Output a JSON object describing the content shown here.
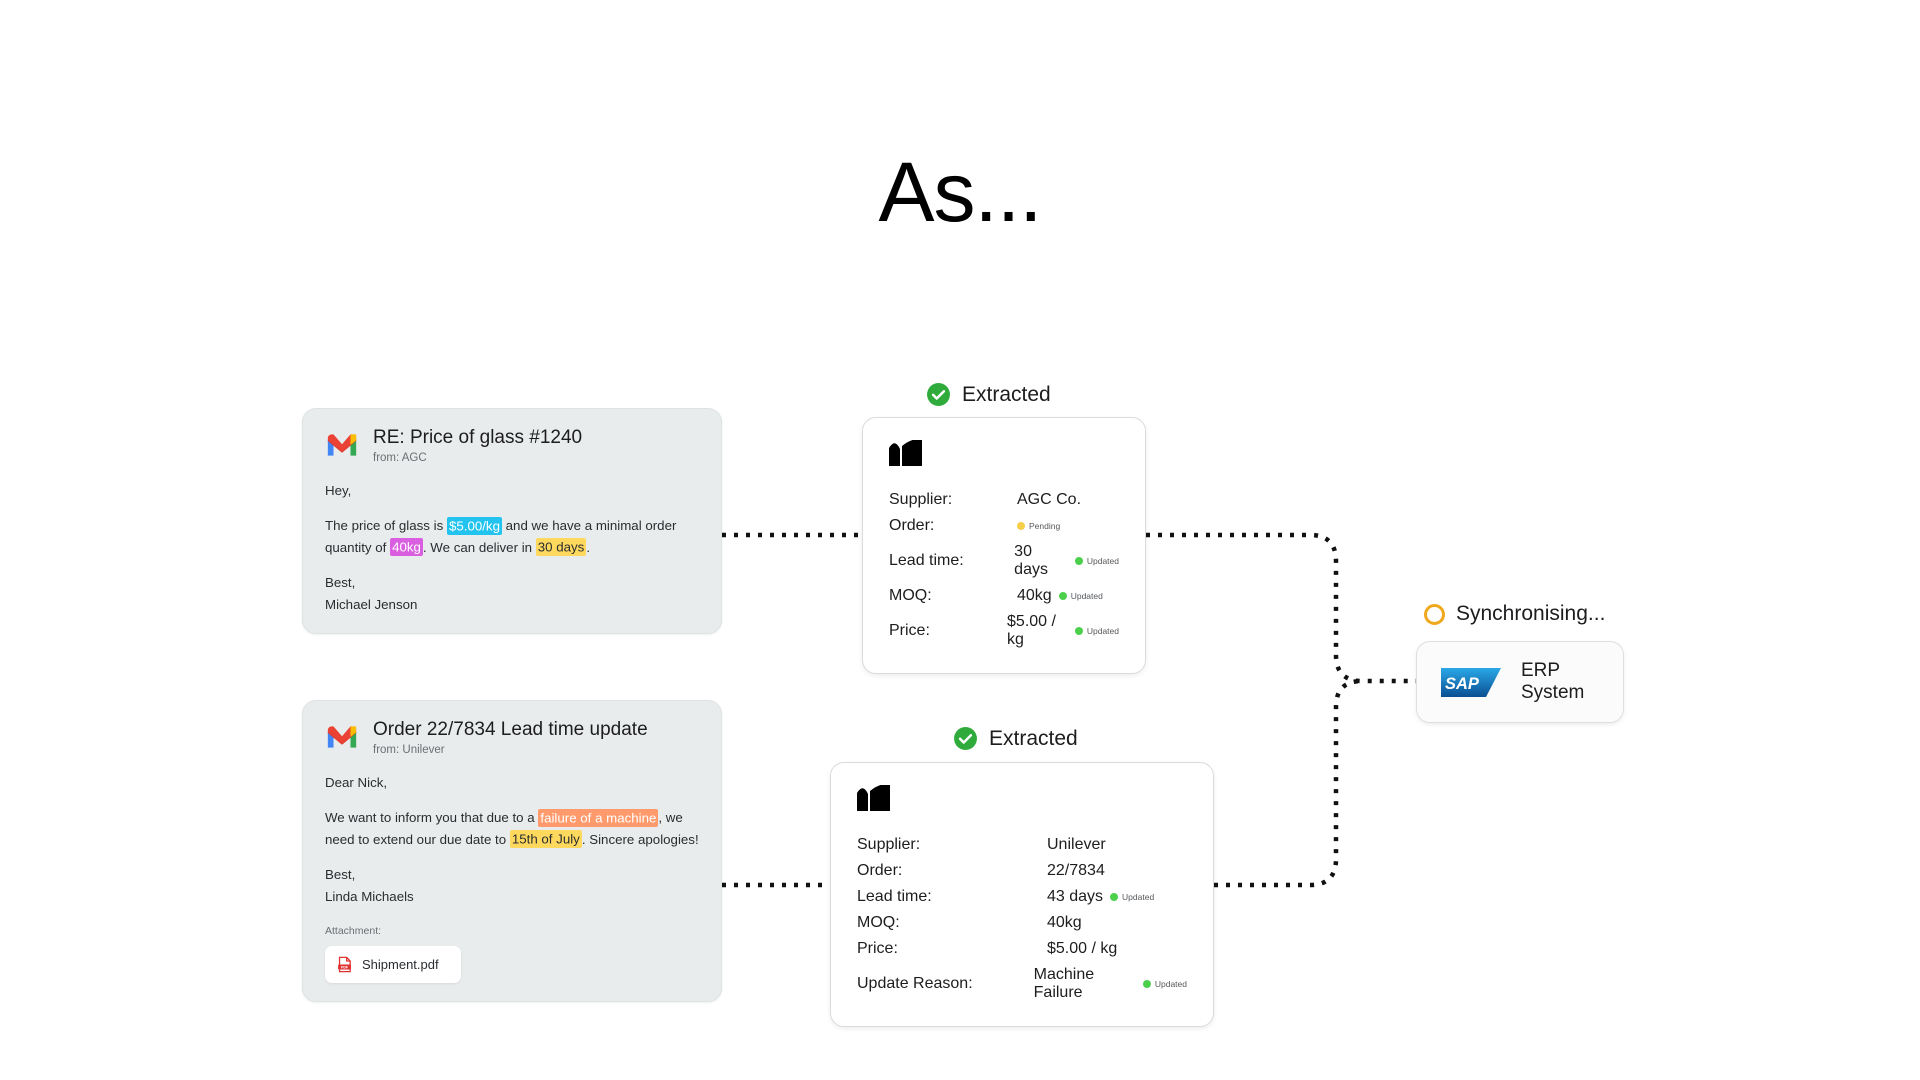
{
  "page": {
    "title": "As..."
  },
  "emails": [
    {
      "icon": "gmail-icon",
      "subject": "RE: Price of glass #1240",
      "from": "from: AGC",
      "greeting": "Hey,",
      "body_prefix": "The price of glass is ",
      "hl_price": "$5.00/kg",
      "body_mid1": " and we have a minimal order quantity of ",
      "hl_moq": "40kg",
      "body_mid2": ". We can deliver in ",
      "hl_lead": "30 days",
      "body_suffix": ".",
      "sign_off": "Best,",
      "sender_name": "Michael Jenson"
    },
    {
      "icon": "gmail-icon",
      "subject": "Order 22/7834 Lead time update",
      "from": "from: Unilever",
      "greeting": "Dear Nick,",
      "body_prefix": "We want to inform you that due to a ",
      "hl_reason": "failure of a machine",
      "body_mid1": ", we need to extend our due date to ",
      "hl_date": "15th of July",
      "body_suffix": ". Sincere apologies!",
      "sign_off": "Best,",
      "sender_name": "Linda Michaels",
      "attachment_label": "Attachment:",
      "attachment_name": "Shipment.pdf",
      "attachment_icon": "pdf-icon"
    }
  ],
  "extracted": [
    {
      "status_icon": "check-circle-icon",
      "status_label": "Extracted",
      "brand_icon": "brand-mark-icon",
      "fields": [
        {
          "label": "Supplier:",
          "value": "AGC Co.",
          "badge": "",
          "badge_color": ""
        },
        {
          "label": "Order:",
          "value": "",
          "badge": "Pending",
          "badge_color": "#f5cf4a"
        },
        {
          "label": "Lead time:",
          "value": "30 days",
          "badge": "Updated",
          "badge_color": "#4cd04c"
        },
        {
          "label": "MOQ:",
          "value": "40kg",
          "badge": "Updated",
          "badge_color": "#4cd04c"
        },
        {
          "label": "Price:",
          "value": "$5.00 / kg",
          "badge": "Updated",
          "badge_color": "#4cd04c"
        }
      ]
    },
    {
      "status_icon": "check-circle-icon",
      "status_label": "Extracted",
      "brand_icon": "brand-mark-icon",
      "fields": [
        {
          "label": "Supplier:",
          "value": "Unilever",
          "badge": "",
          "badge_color": ""
        },
        {
          "label": "Order:",
          "value": "22/7834",
          "badge": "",
          "badge_color": ""
        },
        {
          "label": "Lead time:",
          "value": "43 days",
          "badge": "Updated",
          "badge_color": "#4cd04c"
        },
        {
          "label": "MOQ:",
          "value": "40kg",
          "badge": "",
          "badge_color": ""
        },
        {
          "label": "Price:",
          "value": "$5.00 / kg",
          "badge": "",
          "badge_color": ""
        },
        {
          "label": "Update Reason:",
          "value": "Machine Failure",
          "badge": "Updated",
          "badge_color": "#4cd04c"
        }
      ]
    }
  ],
  "erp": {
    "status_icon": "spinner-icon",
    "status_label": "Synchronising...",
    "logo_icon": "sap-logo-icon",
    "label": "ERP System"
  },
  "colors": {
    "accent_green": "#4cd04c",
    "accent_yellow": "#f5cf4a",
    "accent_orange": "#f0a81e",
    "sap_blue": "#0a6fb4",
    "email_bg": "#e9ecec",
    "highlight_cyan": "#22c3ef",
    "highlight_purple": "#d95fe0",
    "highlight_yellow": "#ffd95e",
    "highlight_orange": "#ff9a6c"
  }
}
